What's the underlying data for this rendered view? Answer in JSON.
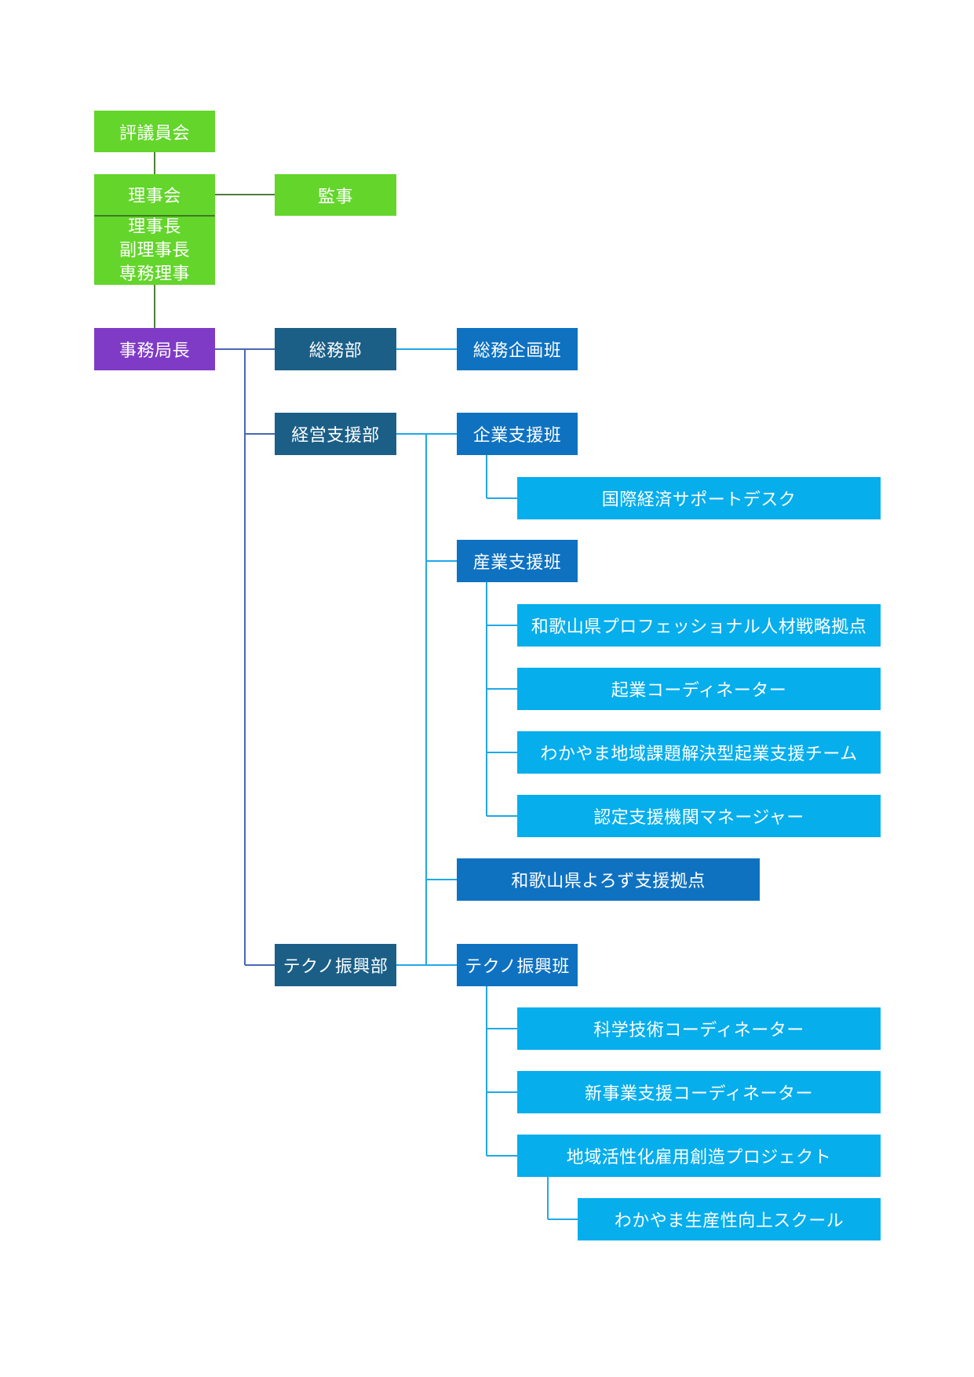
{
  "colors": {
    "governance": "#63d52b",
    "director": "#7f3bc6",
    "department": "#1b5f87",
    "section": "#0f72c1",
    "unit": "#06aeec"
  },
  "nodes": {
    "council": "評議員会",
    "board": "理事会",
    "auditor": "監事",
    "officers": [
      "理事長",
      "副理事長",
      "専務理事"
    ],
    "secretary_general": "事務局長",
    "general_affairs_dept": "総務部",
    "general_affairs_planning": "総務企画班",
    "management_support_dept": "経営支援部",
    "enterprise_support": "企業支援班",
    "intl_economy_desk": "国際経済サポートデスク",
    "industry_support": "産業支援班",
    "professional_talent": "和歌山県プロフェッショナル人材戦略拠点",
    "startup_coordinator": "起業コーディネーター",
    "regional_startup_team": "わかやま地域課題解決型起業支援チーム",
    "certified_manager": "認定支援機関マネージャー",
    "yorozu": "和歌山県よろず支援拠点",
    "techno_dept": "テクノ振興部",
    "techno_section": "テクノ振興班",
    "science_coordinator": "科学技術コーディネーター",
    "new_business_coordinator": "新事業支援コーディネーター",
    "employment_project": "地域活性化雇用創造プロジェクト",
    "productivity_school": "わかやま生産性向上スクール"
  }
}
